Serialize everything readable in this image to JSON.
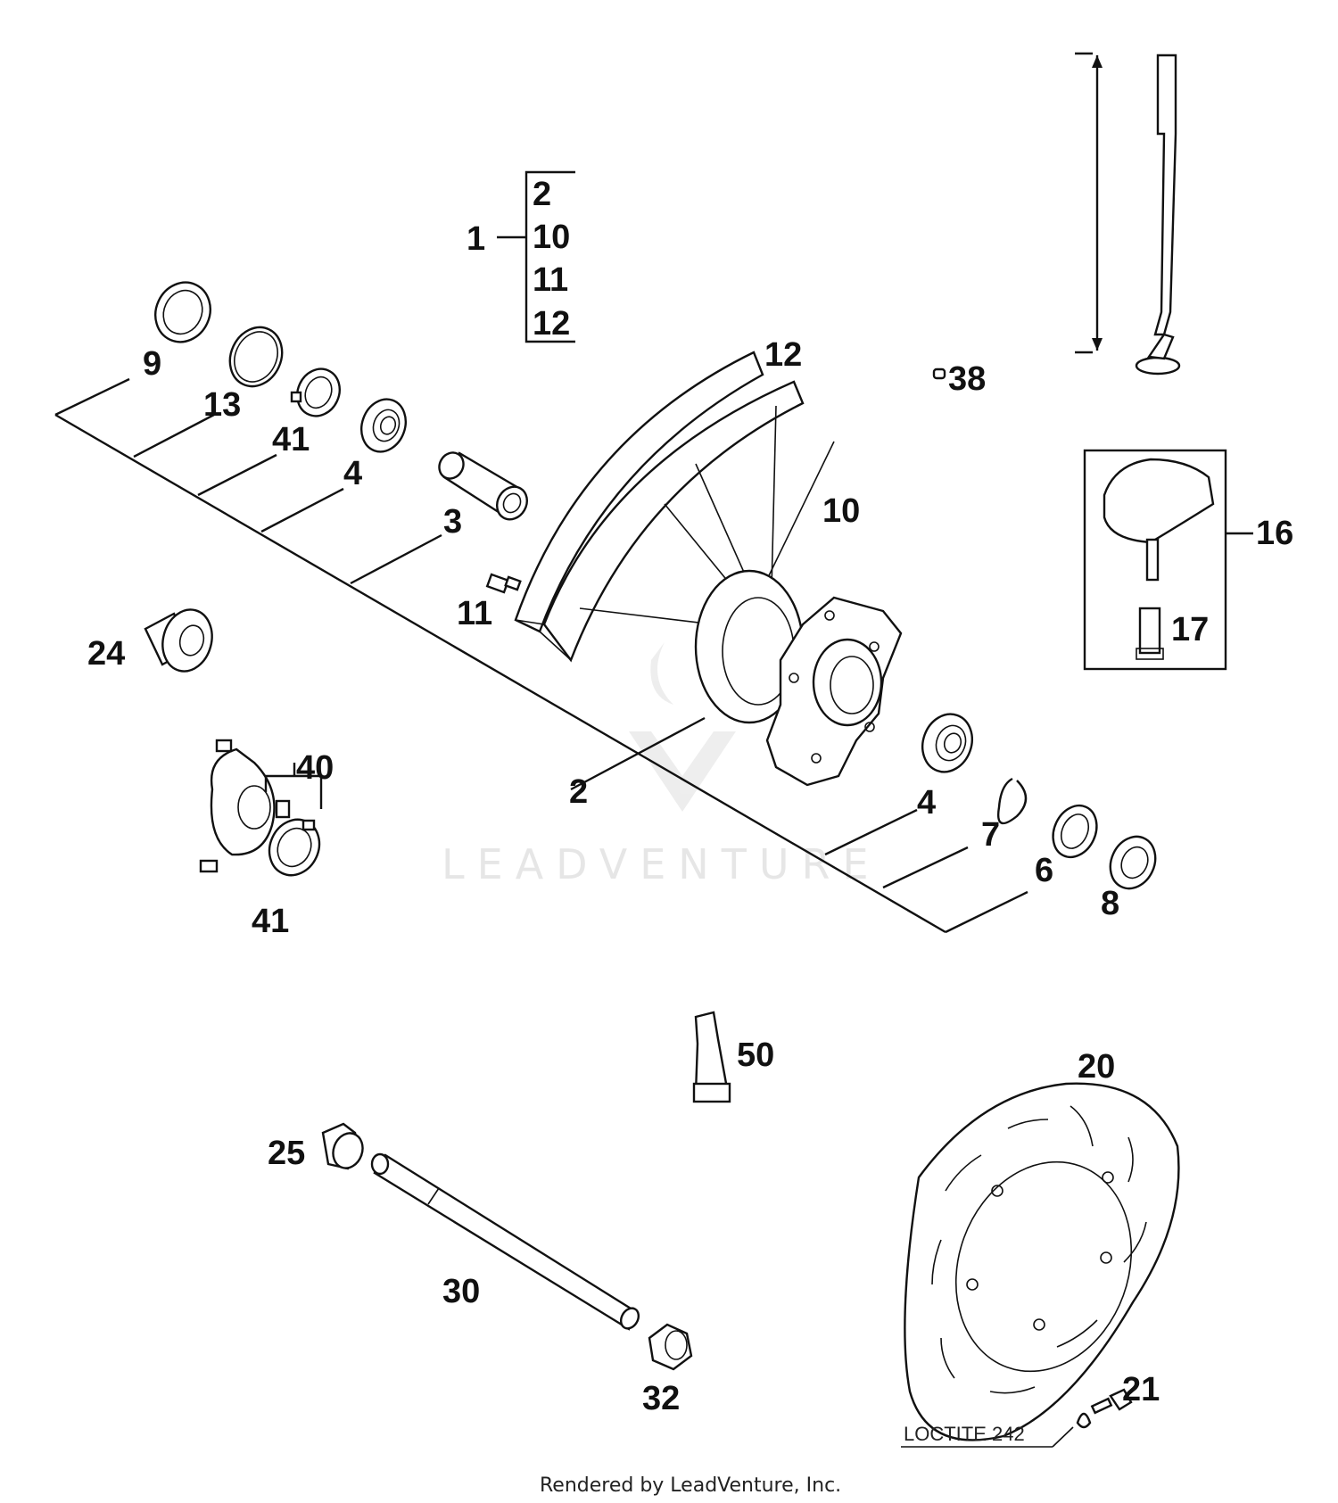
{
  "watermark": "LEADVENTURE",
  "footer": "Rendered by LeadVenture, Inc.",
  "group_label": "1",
  "group_members": [
    "2",
    "10",
    "11",
    "12"
  ],
  "note": "LOCTITE 242",
  "callouts": {
    "c2": "2",
    "c3": "3",
    "c4a": "4",
    "c4b": "4",
    "c6": "6",
    "c7": "7",
    "c8": "8",
    "c9": "9",
    "c10": "10",
    "c11": "11",
    "c12": "12",
    "c13": "13",
    "c16": "16",
    "c17": "17",
    "c20": "20",
    "c21": "21",
    "c24": "24",
    "c25": "25",
    "c30": "30",
    "c32": "32",
    "c38": "38",
    "c40": "40",
    "c41a": "41",
    "c41b": "41",
    "c50": "50"
  }
}
